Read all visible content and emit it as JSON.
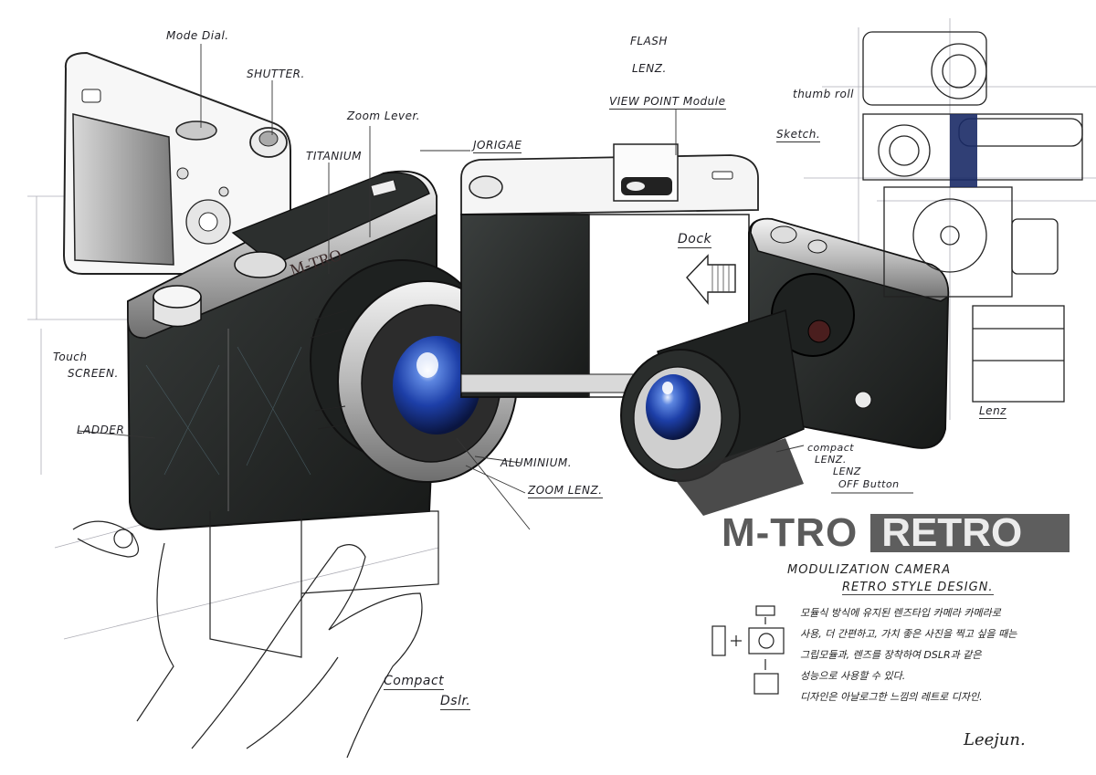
{
  "title": {
    "primary": "M-TRO",
    "secondary": "RETRO",
    "banner_color": "#5e5e5e",
    "primary_color": "#5b5b5b",
    "secondary_text_color": "#ececec"
  },
  "subtitle": {
    "line1": "MODULIZATION CAMERA",
    "line2": "RETRO STYLE DESIGN."
  },
  "description_lines": [
    "모듈식 방식에 유지된 렌즈타입 카메라 카메라로",
    "사용, 더 간편하고, 가치 좋은 사진을 찍고 싶을 때는",
    "그립모듈과, 렌즈를 장착하여 DSLR과 같은",
    "성능으로 사용할 수 있다.",
    "디자인은 아날로그한 느낌의 레트로 디자인."
  ],
  "annotations": {
    "mode_dial": "Mode Dial.",
    "shutter": "SHUTTER.",
    "zoom_lever": "Zoom Lever.",
    "titanium": "TITANIUM",
    "jorigae": "JORIGAE",
    "flash": "FLASH",
    "lenz": "LENZ.",
    "view_point_module": "VIEW POINT Module",
    "thumb_roll": "thumb roll",
    "sketch": "Sketch.",
    "dock": "Dock",
    "touch_screen_1": "Touch",
    "touch_screen_2": "SCREEN.",
    "ladder": "LADDER",
    "aluminium": "ALUMINIUM.",
    "zoom_lenz": "ZOOM LENZ.",
    "compact_lenz_1": "compact",
    "compact_lenz_2": "LENZ.",
    "lenz_off_1": "LENZ",
    "lenz_off_2": "OFF Button",
    "compact_dslr_1": "Compact",
    "compact_dslr_2": "Dslr.",
    "lenz_module": "Lenz",
    "camera_brand": "M-TRO"
  },
  "signature": "Leejun.",
  "colors": {
    "lens_blue": "#1d3fa8",
    "body_dark": "#2a2d2c",
    "strap_blue": "#1a2a66"
  }
}
